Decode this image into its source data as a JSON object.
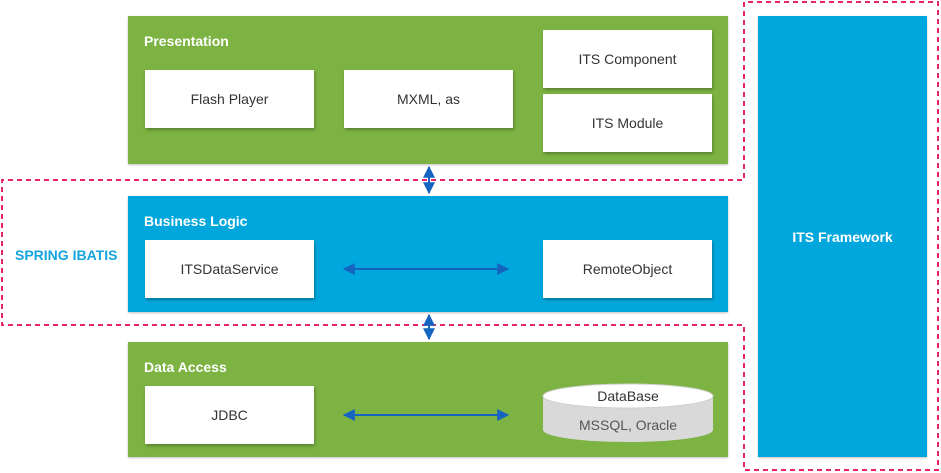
{
  "presentation": {
    "title": "Presentation",
    "boxes": {
      "flash_player": "Flash Player",
      "mxml": "MXML, as",
      "its_component": "ITS Component",
      "its_module": "ITS Module"
    }
  },
  "business_logic": {
    "title": "Business Logic",
    "boxes": {
      "its_data_service": "ITSDataService",
      "remote_object": "RemoteObject"
    }
  },
  "data_access": {
    "title": "Data Access",
    "boxes": {
      "jdbc": "JDBC",
      "database_title": "DataBase",
      "database_subtitle": "MSSQL, Oracle"
    }
  },
  "spring_group_label": "SPRING IBATIS",
  "its_framework_label": "ITS Framework",
  "colors": {
    "green_layer": "#7cb342",
    "blue_layer": "#00a7dc",
    "dashed_border": "#e8246f",
    "arrow": "#1565c0",
    "database_cylinder": "#d9d9d9"
  }
}
